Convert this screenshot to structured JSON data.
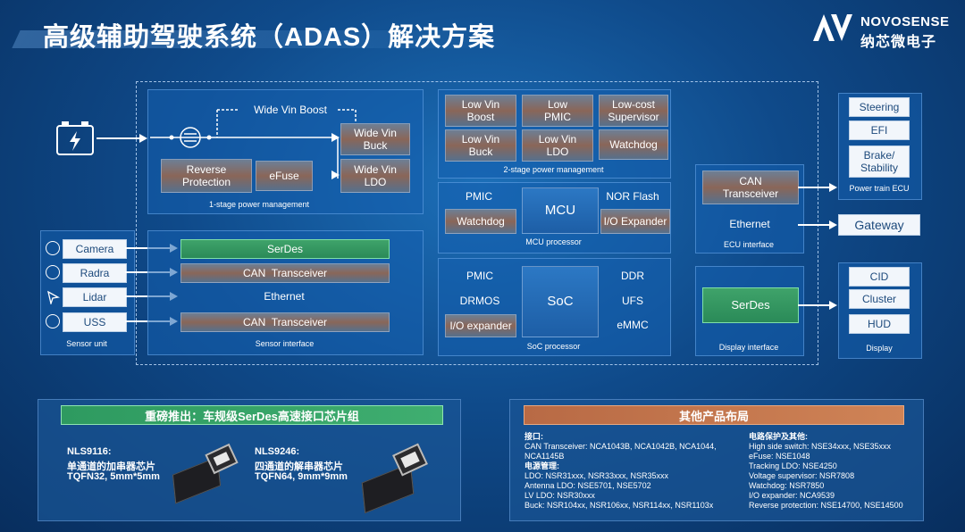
{
  "header": {
    "title": "高级辅助驾驶系统（ADAS）解决方案",
    "brand_en": "NOVOSENSE",
    "brand_cn": "纳芯微电子"
  },
  "power1": {
    "wide_vin_boost": "Wide Vin Boost",
    "wide_vin_buck": "Wide Vin\nBuck",
    "wide_vin_ldo": "Wide Vin\nLDO",
    "reverse_protection": "Reverse\nProtection",
    "efuse": "eFuse",
    "caption": "1-stage power management"
  },
  "power2": {
    "low_vin_boost": "Low Vin\nBoost",
    "low_pmic": "Low\nPMIC",
    "low_cost_supervisor": "Low-cost\nSupervisor",
    "low_vin_buck": "Low Vin\nBuck",
    "low_vin_ldo": "Low Vin\nLDO",
    "watchdog": "Watchdog",
    "caption": "2-stage power management"
  },
  "mcu": {
    "pmic": "PMIC",
    "watchdog": "Watchdog",
    "mcu": "MCU",
    "nor_flash": "NOR Flash",
    "io_expander": "I/O Expander",
    "caption": "MCU processor"
  },
  "soc": {
    "pmic": "PMIC",
    "drmos": "DRMOS",
    "io_expander": "I/O expander",
    "soc": "SoC",
    "ddr": "DDR",
    "ufs": "UFS",
    "emmc": "eMMC",
    "caption": "SoC processor"
  },
  "ecu": {
    "can_transceiver": "CAN\nTransceiver",
    "ethernet": "Ethernet",
    "caption": "ECU interface"
  },
  "display_if": {
    "serdes": "SerDes",
    "caption": "Display interface"
  },
  "powertrain": {
    "items": [
      "Steering",
      "EFI",
      "Brake/\nStability"
    ],
    "caption": "Power train ECU"
  },
  "gateway": "Gateway",
  "display": {
    "items": [
      "CID",
      "Cluster",
      "HUD"
    ],
    "caption": "Display"
  },
  "sensor_unit": {
    "items": [
      "Camera",
      "Radra",
      "Lidar",
      "USS"
    ],
    "icons": [
      "camera-icon",
      "radar-icon",
      "lidar-icon",
      "ultrasonic-icon"
    ],
    "caption": "Sensor unit"
  },
  "sensor_if": {
    "items": [
      "SerDes",
      "CAN  Transceiver",
      "Ethernet",
      "CAN  Transceiver"
    ],
    "caption": "Sensor interface"
  },
  "bottom_left": {
    "heading": "重磅推出：车规级SerDes高速接口芯片组",
    "chip1_name": "NLS9116:",
    "chip1_desc": "单通道的加串器芯片",
    "chip1_pkg": "TQFN32, 5mm*5mm",
    "chip2_name": "NLS9246:",
    "chip2_desc": "四通道的解串器芯片",
    "chip2_pkg": "TQFN64, 9mm*9mm"
  },
  "bottom_right": {
    "heading": "其他产品布局",
    "col1": [
      {
        "text": "接口:",
        "bold": true
      },
      {
        "text": "CAN Transceiver: NCA1043B, NCA1042B, NCA1044,",
        "bold": false
      },
      {
        "text": "NCA1145B",
        "bold": false
      },
      {
        "text": "电源管理:",
        "bold": true
      },
      {
        "text": "LDO: NSR31xxx, NSR33xxx, NSR35xxx",
        "bold": false
      },
      {
        "text": "Antenna LDO: NSE5701, NSE5702",
        "bold": false
      },
      {
        "text": "LV LDO: NSR30xxx",
        "bold": false
      },
      {
        "text": "Buck: NSR104xx, NSR106xx, NSR114xx, NSR1103x",
        "bold": false
      }
    ],
    "col2": [
      {
        "text": "电路保护及其他:",
        "bold": true
      },
      {
        "text": "High side switch: NSE34xxx, NSE35xxx",
        "bold": false
      },
      {
        "text": "eFuse: NSE1048",
        "bold": false
      },
      {
        "text": "Tracking LDO: NSE4250",
        "bold": false
      },
      {
        "text": "Voltage supervisor: NSR7808",
        "bold": false
      },
      {
        "text": "Watchdog: NSR7850",
        "bold": false
      },
      {
        "text": "I/O expander: NCA9539",
        "bold": false
      },
      {
        "text": "Reverse protection: NSE14700, NSE14500",
        "bold": false
      }
    ]
  },
  "colors": {
    "background": "#0f4a8a",
    "panel": "#145faf",
    "green": "#3fa36a",
    "orange_bar": "#c8764a"
  }
}
